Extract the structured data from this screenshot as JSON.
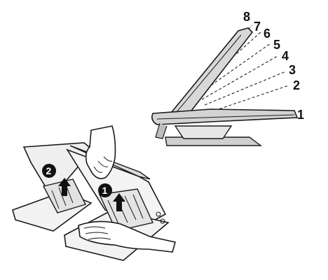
{
  "positions": {
    "p1": "1",
    "p2": "2",
    "p3": "3",
    "p4": "4",
    "p5": "5",
    "p6": "6",
    "p7": "7",
    "p8": "8"
  },
  "steps": {
    "step1": "1",
    "step2": "2"
  },
  "colors": {
    "ink": "#1a1a1a",
    "shade": "#d3d3d3",
    "light": "#eeeeee",
    "white": "#ffffff"
  }
}
